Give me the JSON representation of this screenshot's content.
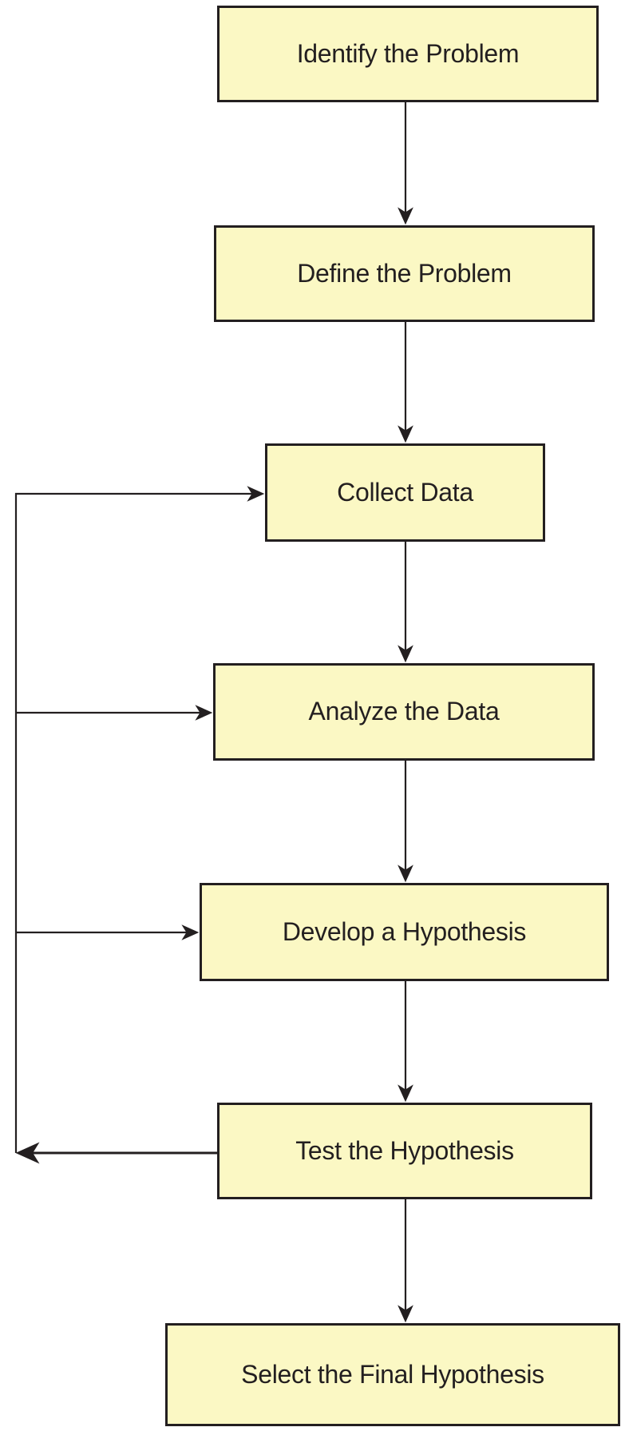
{
  "diagram": {
    "type": "flowchart",
    "steps": [
      {
        "label": "Identify the Problem"
      },
      {
        "label": "Define the Problem"
      },
      {
        "label": "Collect Data"
      },
      {
        "label": "Analyze the Data"
      },
      {
        "label": "Develop a Hypothesis"
      },
      {
        "label": "Test the Hypothesis"
      },
      {
        "label": "Select the Final Hypothesis"
      }
    ],
    "edges": [
      {
        "from": "Identify the Problem",
        "to": "Define the Problem",
        "kind": "forward"
      },
      {
        "from": "Define the Problem",
        "to": "Collect Data",
        "kind": "forward"
      },
      {
        "from": "Collect Data",
        "to": "Analyze the Data",
        "kind": "forward"
      },
      {
        "from": "Analyze the Data",
        "to": "Develop a Hypothesis",
        "kind": "forward"
      },
      {
        "from": "Develop a Hypothesis",
        "to": "Test the Hypothesis",
        "kind": "forward"
      },
      {
        "from": "Test the Hypothesis",
        "to": "Select the Final Hypothesis",
        "kind": "forward"
      },
      {
        "from": "Test the Hypothesis",
        "to": "Collect Data",
        "kind": "feedback"
      },
      {
        "from": "Test the Hypothesis",
        "to": "Analyze the Data",
        "kind": "feedback"
      },
      {
        "from": "Test the Hypothesis",
        "to": "Develop a Hypothesis",
        "kind": "feedback"
      }
    ],
    "colors": {
      "box_fill": "#FBF8C4",
      "box_border": "#231F20",
      "line": "#231F20",
      "text": "#231F20",
      "background": "#FFFFFF"
    }
  }
}
